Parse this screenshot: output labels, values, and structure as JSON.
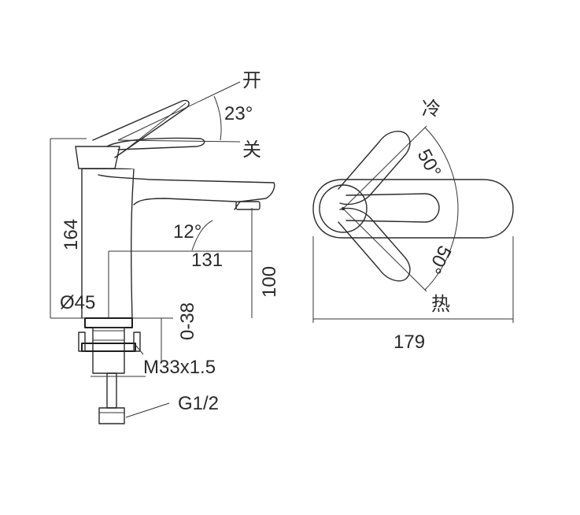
{
  "labels": {
    "open": "开",
    "closed": "关",
    "lever_angle": "23°",
    "spout_angle": "12°",
    "height_total": "164",
    "reach": "131",
    "spout_height": "100",
    "base_diameter": "Ø45",
    "deck_thickness": "0-38",
    "thread": "M33x1.5",
    "inlet": "G1/2",
    "cold": "冷",
    "hot": "热",
    "angle_cold": "50°",
    "angle_hot": "50°",
    "length_top": "179"
  }
}
